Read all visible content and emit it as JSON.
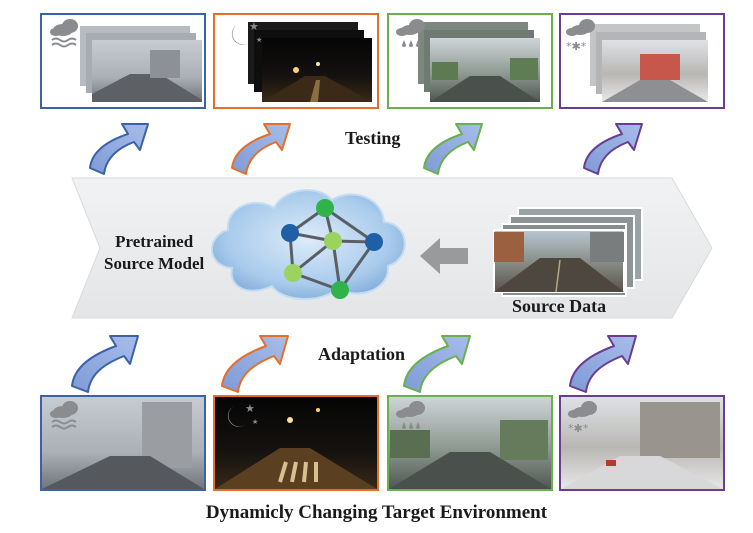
{
  "labels": {
    "testing": "Testing",
    "adaptation": "Adaptation",
    "pretrained_line1": "Pretrained",
    "pretrained_line2": "Source Model",
    "source_data": "Source Data",
    "caption": "Dynamicly Changing Target Environment"
  },
  "domains": [
    {
      "weather": "fog",
      "icon": "fog-cloud-icon",
      "color": "#3a62a7"
    },
    {
      "weather": "night",
      "icon": "moon-stars-icon",
      "color": "#e46f2b"
    },
    {
      "weather": "rain",
      "icon": "rain-cloud-icon",
      "color": "#6ab04c"
    },
    {
      "weather": "snow",
      "icon": "snow-cloud-icon",
      "color": "#6a3d8f"
    }
  ],
  "colors": {
    "arrow_fill": "#8ea8dd",
    "band_fill": "#e8eaec",
    "cloud_fill": "#a9cbec",
    "node_blue": "#1f5fa6",
    "node_green": "#2fb34a",
    "node_lightgreen": "#9ad35f"
  }
}
